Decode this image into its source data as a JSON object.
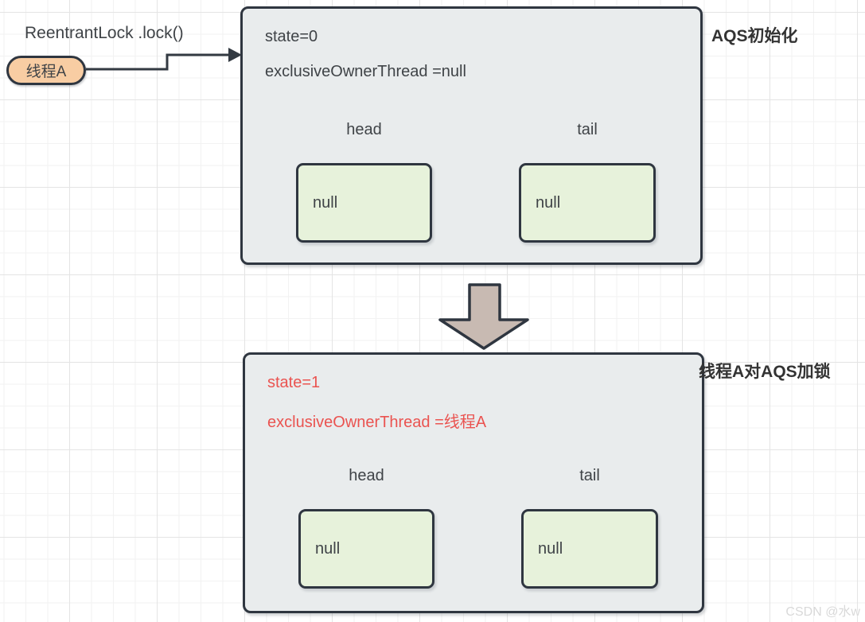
{
  "page": {
    "watermark": "CSDN @水w"
  },
  "caller": {
    "method_label": "ReentrantLock .lock()",
    "thread_label": "线程A"
  },
  "states": [
    {
      "title": "AQS初始化",
      "state_label": "state=0",
      "owner_label": "exclusiveOwnerThread =null",
      "head": {
        "label": "head",
        "value": "null"
      },
      "tail": {
        "label": "tail",
        "value": "null"
      }
    },
    {
      "title": "线程A对AQS加锁",
      "state_label": "state=1",
      "owner_label": "exclusiveOwnerThread =线程A",
      "head": {
        "label": "head",
        "value": "null"
      },
      "tail": {
        "label": "tail",
        "value": "null"
      }
    }
  ],
  "icons": {
    "lock_call_arrow": "elbow-right-arrow",
    "transition_arrow": "block-down-arrow"
  },
  "colors": {
    "box_fill": "#e9eced",
    "box_border": "#2f3640",
    "node_fill": "#e7f2db",
    "node_border": "#2f3640",
    "thread_fill": "#f8cda3",
    "arrow_fill": "#c8bab2",
    "connector_color": "#333a42",
    "text_dark": "#3f4347",
    "text_highlight": "#ea5350",
    "title_color": "#333333",
    "watermark_color": "#d9d9d9"
  }
}
